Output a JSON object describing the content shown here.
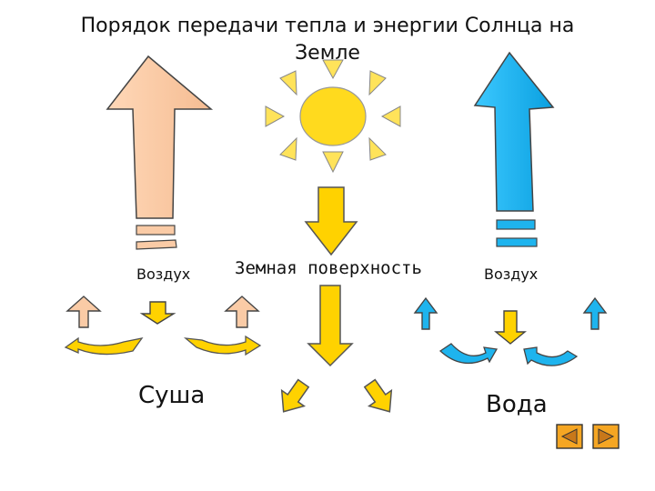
{
  "title": "Порядок передачи тепла и энергии Солнца на Земле",
  "labels": {
    "air_left": "Воздух",
    "surface": "Земная поверхность",
    "air_right": "Воздух",
    "land": "Суша",
    "water": "Вода"
  },
  "colors": {
    "peach_arrow": "#FACBA6",
    "blue_arrow": "#1EB4EE",
    "yellow": "#FFD200",
    "sun_fill": "#FFDA1E",
    "nav_fill": "#F5A623"
  },
  "icons": {
    "nav_back": "triangle-left-icon",
    "nav_forward": "triangle-right-icon"
  }
}
